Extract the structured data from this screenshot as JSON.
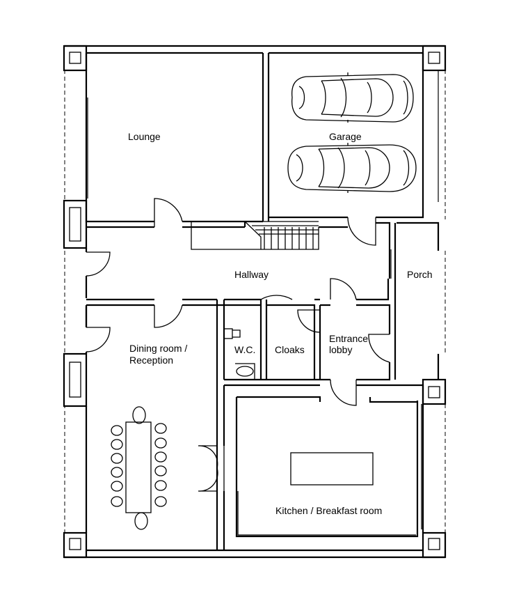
{
  "rooms": {
    "lounge": "Lounge",
    "garage": "Garage",
    "hallway": "Hallway",
    "porch": "Porch",
    "wc": "W.C.",
    "cloaks": "Cloaks",
    "entrance_line1": "Entrance",
    "entrance_line2": "lobby",
    "dining_line1": "Dining room /",
    "dining_line2": "Reception",
    "kitchen": "Kitchen / Breakfast room"
  },
  "fixtures": {
    "cars_in_garage": 2,
    "dining_chairs": 14
  },
  "colors": {
    "line": "#000000",
    "background": "#ffffff"
  }
}
